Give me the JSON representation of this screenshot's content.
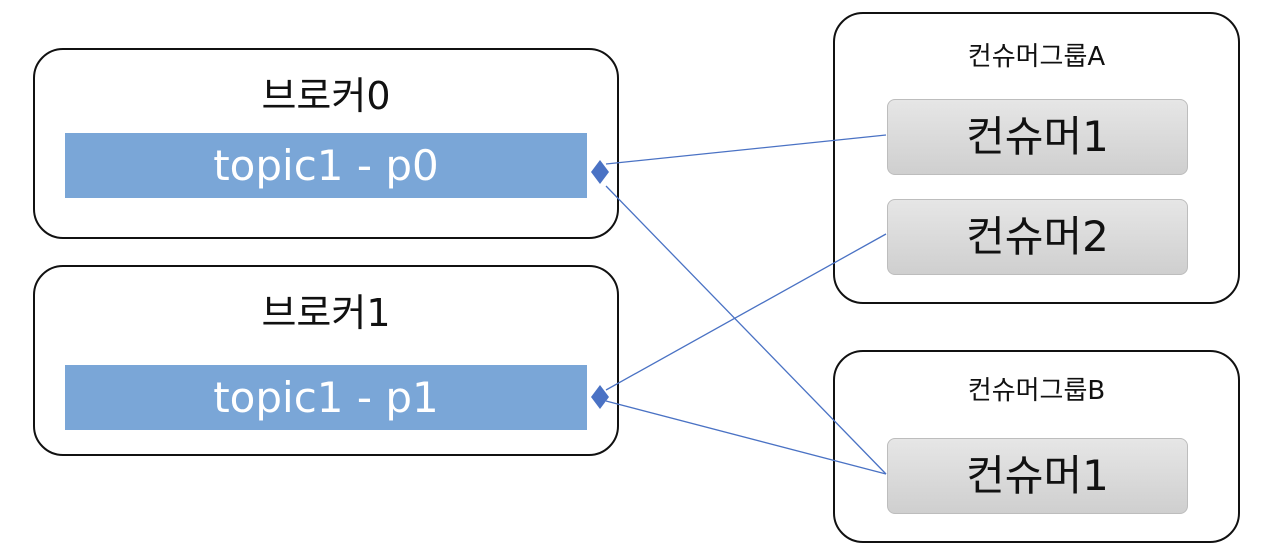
{
  "brokers": [
    {
      "title": "브로커0",
      "partition": "topic1 - p0"
    },
    {
      "title": "브로커1",
      "partition": "topic1 - p1"
    }
  ],
  "groups": [
    {
      "title": "컨슈머그룹A",
      "consumers": [
        "컨슈머1",
        "컨슈머2"
      ]
    },
    {
      "title": "컨슈머그룹B",
      "consumers": [
        "컨슈머1"
      ]
    }
  ],
  "colors": {
    "partition_fill": "#7aa6d7",
    "arrow": "#4a72c4",
    "border": "#111111"
  }
}
